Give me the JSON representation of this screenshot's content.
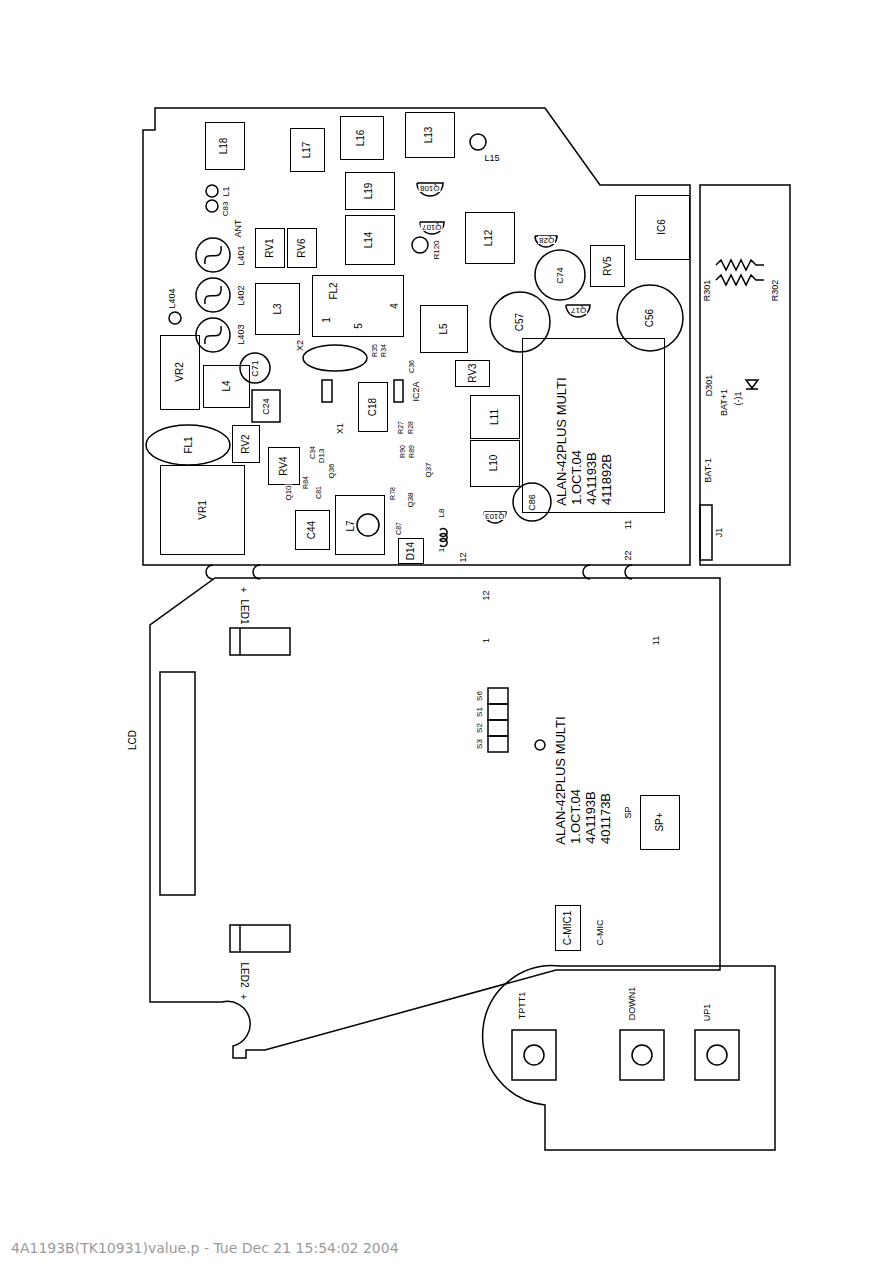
{
  "diagram": {
    "nodes": [
      {
        "text": [
          "L18"
        ]
      },
      {
        "text": [
          "L17"
        ]
      },
      {
        "text": [
          "L16"
        ]
      },
      {
        "text": [
          "L13"
        ]
      },
      {
        "text": [
          "L19"
        ]
      },
      {
        "text": [
          "L14"
        ]
      },
      {
        "text": [
          "L12"
        ]
      },
      {
        "text": [
          "IC6"
        ]
      },
      {
        "text": [
          "RV1"
        ]
      },
      {
        "text": [
          "RV6"
        ]
      },
      {
        "text": [
          "RV5"
        ]
      },
      {
        "text": [
          "L3"
        ]
      },
      {
        "text": [
          "FL2",
          "1",
          "4",
          "5"
        ]
      },
      {
        "text": [
          "L5"
        ]
      },
      {
        "text": [
          "VR2"
        ]
      },
      {
        "text": [
          "L4"
        ]
      },
      {
        "text": [
          "C18"
        ]
      },
      {
        "text": [
          "RV3"
        ]
      },
      {
        "text": [
          "L11"
        ]
      },
      {
        "text": [
          "L10"
        ]
      },
      {
        "text": [
          "RV2"
        ]
      },
      {
        "text": [
          "RV4"
        ]
      },
      {
        "text": [
          "VR1"
        ]
      },
      {
        "text": [
          "C44"
        ]
      },
      {
        "text": [
          "L7"
        ]
      },
      {
        "text": [
          "D14"
        ]
      },
      {
        "text": [
          "ALAN-42PLUS MULTI",
          "1.OCT.04",
          "4A1193B",
          "411892B"
        ]
      },
      {
        "text": [
          "SP+"
        ]
      },
      {
        "text": [
          "C-MIC1"
        ]
      }
    ],
    "labels": [
      "ANT",
      "L1",
      "C83",
      "L401",
      "L402",
      "L403",
      "L404",
      "L15",
      "Q108",
      "Q107",
      "R120",
      "Q28",
      "C74",
      "Q17",
      "C57",
      "C56",
      "X2",
      "C71",
      "R35",
      "R34",
      "C36",
      "IC2A",
      "X1",
      "C24",
      "FL1",
      "C34",
      "D13",
      "Q36",
      "R90",
      "R89",
      "Q37",
      "R27",
      "R28",
      "Q10",
      "R84",
      "C81",
      "Q38",
      "R78",
      "L8",
      "1",
      "C87",
      "Q103",
      "C86",
      "12",
      "11",
      "22",
      "R301",
      "R302",
      "D301",
      "BAT+1",
      "(-)1",
      "BAT-1",
      "J1",
      "LCD",
      "+",
      "LED1",
      "LED2",
      "+",
      "12",
      "1",
      "11",
      "S6",
      "S1",
      "S2",
      "S3",
      "ALAN-42PLUS MULTI",
      "1.OCT.04",
      "4A1193B",
      "401173B",
      "SP",
      "C-MIC",
      "TPTT1",
      "DOWN1",
      "UP1",
      "4A1193B(TK10931)value.p - Tue Dec 21 15:54:02 2004"
    ]
  }
}
